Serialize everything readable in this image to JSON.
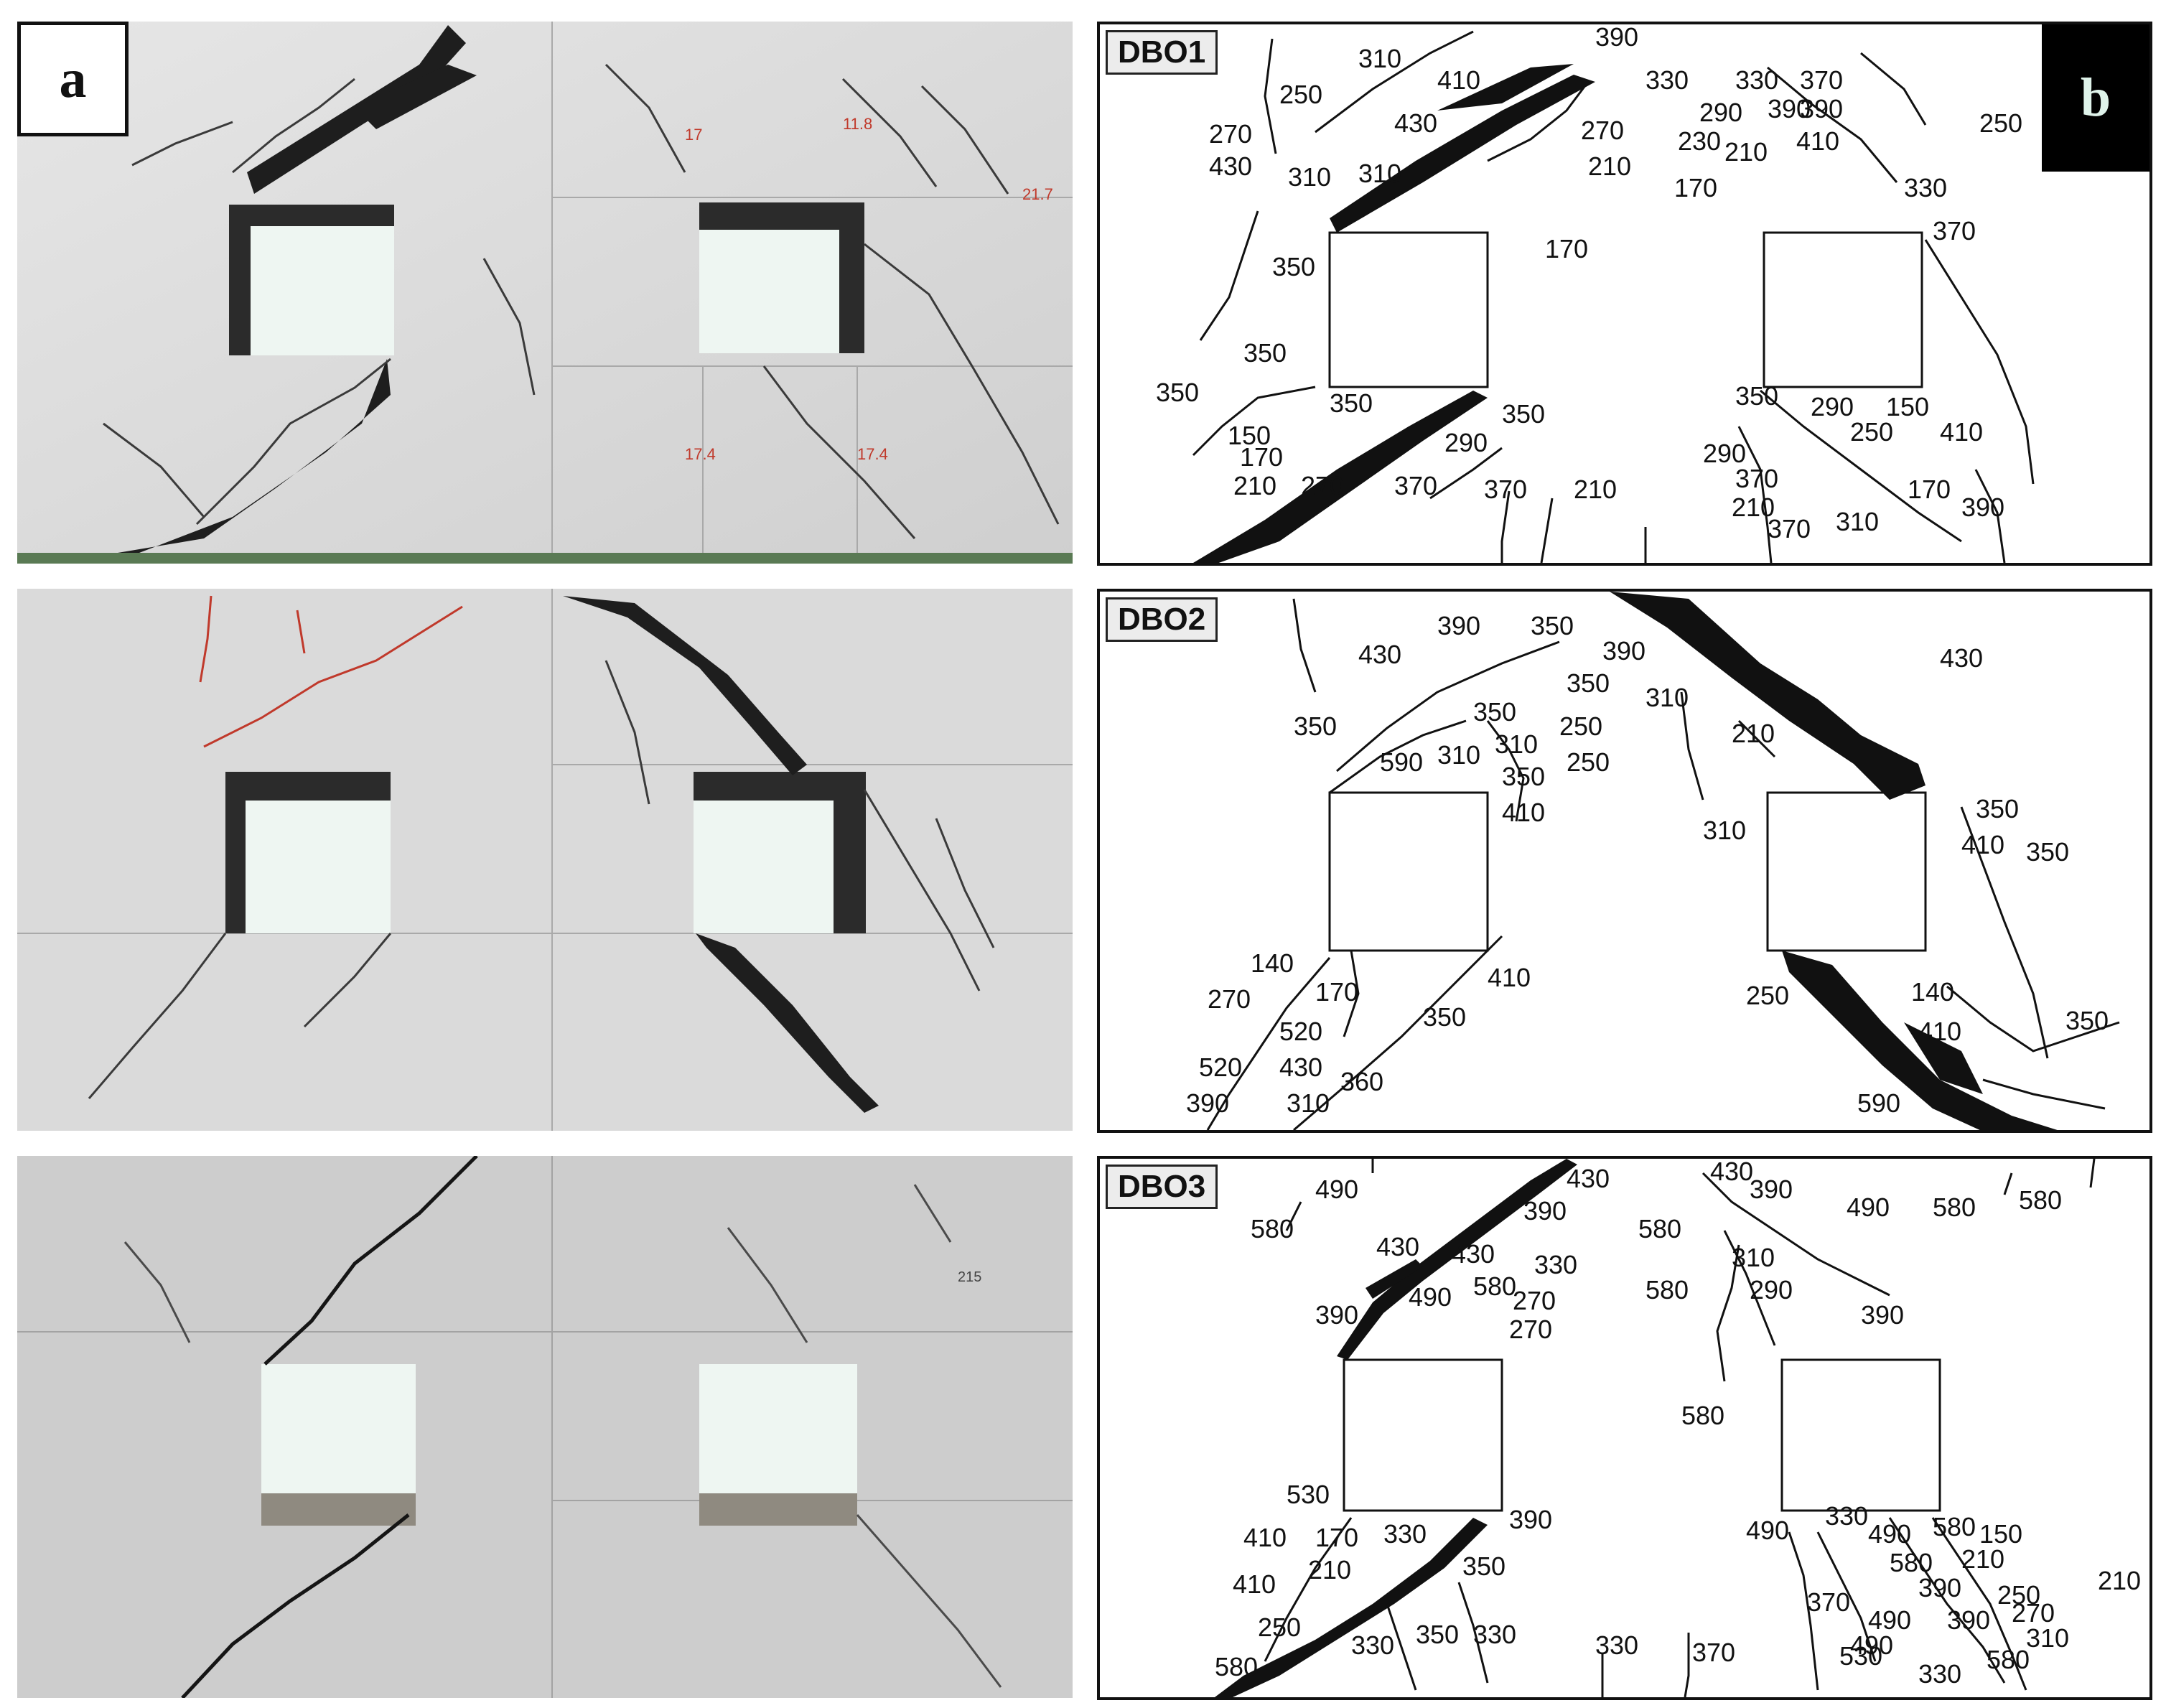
{
  "panel_a": {
    "label": "a",
    "photo_annotations": [
      "17",
      "11.8",
      "21.7",
      "17.4",
      "17.4",
      "215"
    ]
  },
  "panel_b": {
    "label": "b",
    "specimens": [
      {
        "name": "DBO1",
        "labels": [
          "310",
          "390",
          "250",
          "410",
          "330",
          "330",
          "370",
          "390",
          "270",
          "430",
          "270",
          "290",
          "230",
          "210",
          "390",
          "410",
          "250",
          "430",
          "310",
          "310",
          "210",
          "170",
          "330",
          "170",
          "370",
          "350",
          "350",
          "350",
          "350",
          "350",
          "290",
          "150",
          "150",
          "350",
          "170",
          "290",
          "250",
          "410",
          "210",
          "270",
          "370",
          "370",
          "210",
          "290",
          "370",
          "210",
          "170",
          "390",
          "370",
          "310"
        ]
      },
      {
        "name": "DBO2",
        "labels": [
          "390",
          "350",
          "430",
          "390",
          "430",
          "350",
          "310",
          "350",
          "310",
          "250",
          "210",
          "350",
          "590",
          "310",
          "250",
          "350",
          "410",
          "310",
          "350",
          "410",
          "350",
          "140",
          "170",
          "410",
          "270",
          "520",
          "350",
          "250",
          "140",
          "350",
          "410",
          "520",
          "430",
          "360",
          "390",
          "310",
          "590"
        ]
      },
      {
        "name": "DBO3",
        "labels": [
          "430",
          "490",
          "390",
          "430",
          "390",
          "580",
          "490",
          "580",
          "580",
          "580",
          "430",
          "430",
          "330",
          "310",
          "580",
          "490",
          "580",
          "270",
          "290",
          "390",
          "390",
          "270",
          "580",
          "530",
          "390",
          "490",
          "330",
          "410",
          "170",
          "330",
          "490",
          "580",
          "150",
          "350",
          "210",
          "580",
          "210",
          "410",
          "210",
          "390",
          "250",
          "370",
          "490",
          "250",
          "390",
          "270",
          "330",
          "350",
          "330",
          "490",
          "310",
          "330",
          "370",
          "530",
          "580",
          "580",
          "330"
        ]
      }
    ]
  }
}
